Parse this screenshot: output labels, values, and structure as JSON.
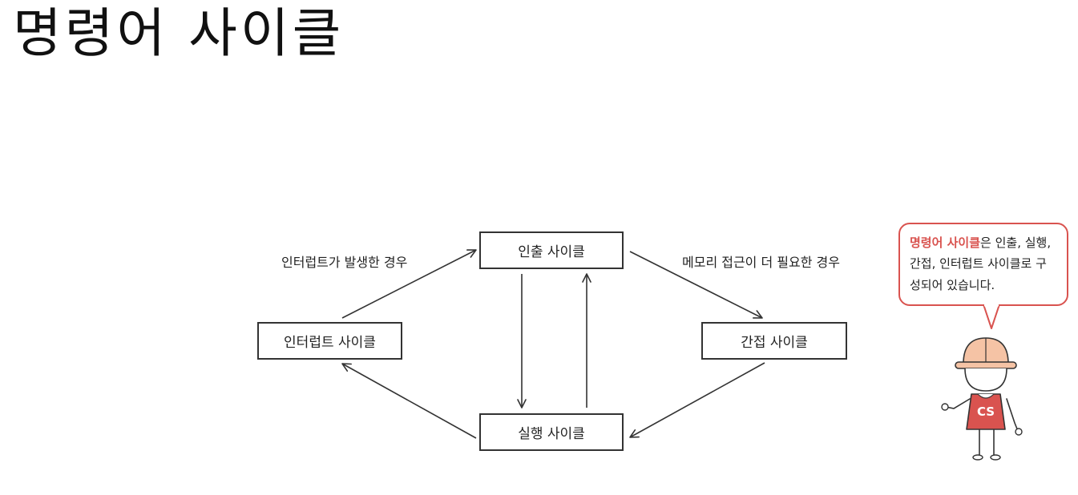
{
  "title": "명령어 사이클",
  "diagram": {
    "nodes": {
      "fetch": "인출 사이클",
      "indirect": "간접 사이클",
      "execute": "실행 사이클",
      "interrupt": "인터럽트 사이클"
    },
    "edge_labels": {
      "interrupt_occurs": "인터럽트가 발생한 경우",
      "memory_access": "메모리 접근이 더 필요한 경우"
    }
  },
  "callout": {
    "highlight": "명령어 사이클",
    "text": "은 인출, 실행, 간접, 인터럽트 사이클로 구성되어 있습니다."
  },
  "mascot": {
    "badge": "CS"
  },
  "colors": {
    "accent": "#d9534f",
    "line": "#333333"
  }
}
